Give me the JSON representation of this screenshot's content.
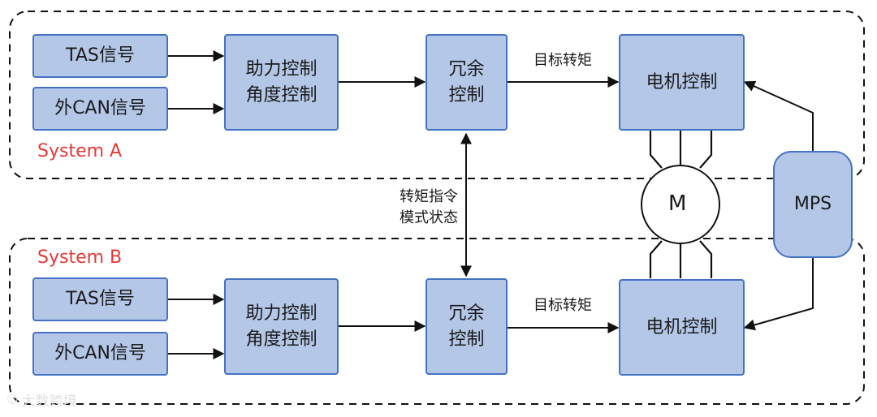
{
  "systems": [
    {
      "label": "System A",
      "tas": "TAS信号",
      "can": "外CAN信号",
      "control": "助力控制\n角度控制",
      "redundancy": "冗余\n控制",
      "torque_label": "目标转矩",
      "motor_control": "电机控制"
    },
    {
      "label": "System B",
      "tas": "TAS信号",
      "can": "外CAN信号",
      "control": "助力控制\n角度控制",
      "redundancy": "冗余\n控制",
      "torque_label": "目标转矩",
      "motor_control": "电机控制"
    }
  ],
  "link_label": "转矩指令\n模式状态",
  "motor": "M",
  "sensor": "MPS",
  "watermark": "大数跨境",
  "colors": {
    "box_fill": "#b4c7e7",
    "box_border": "#4472c4",
    "system_label": "#e53935"
  }
}
